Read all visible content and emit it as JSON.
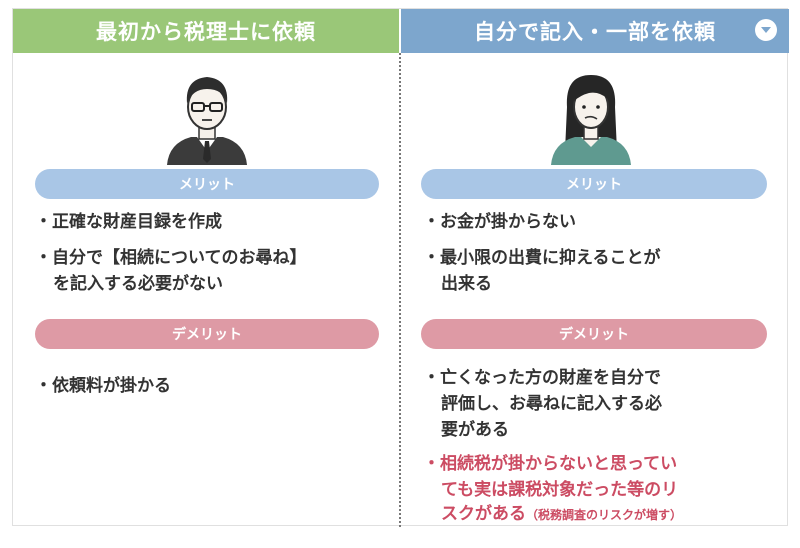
{
  "left": {
    "title": "最初から税理士に依頼",
    "merit_label": "メリット",
    "merits": [
      "・正確な財産目録を作成",
      "・自分で【相続についてのお尋ね】",
      "を記入する必要がない"
    ],
    "demerit_label": "デメリット",
    "demerits": [
      "・依頼料が掛かる"
    ]
  },
  "right": {
    "title": "自分で記入・一部を依頼",
    "merit_label": "メリット",
    "merits": [
      "・お金が掛からない",
      "・最小限の出費に抑えることが",
      "出来る"
    ],
    "demerit_label": "デメリット",
    "demerits": [
      "・亡くなった方の財産を自分で",
      "評価し、お尋ねに記入する必",
      "要がある"
    ],
    "risk_lines": [
      "・相続税が掛からないと思ってい",
      "ても実は課税対象だった等のリ",
      "スクがある"
    ],
    "risk_note": "（税務調査のリスクが増す）"
  },
  "colors": {
    "left_header": "#9ac778",
    "right_header": "#7da6cd",
    "merit_pill": "#a9c6e6",
    "demerit_pill": "#de9aa5",
    "risk_text": "#cc4c63"
  }
}
